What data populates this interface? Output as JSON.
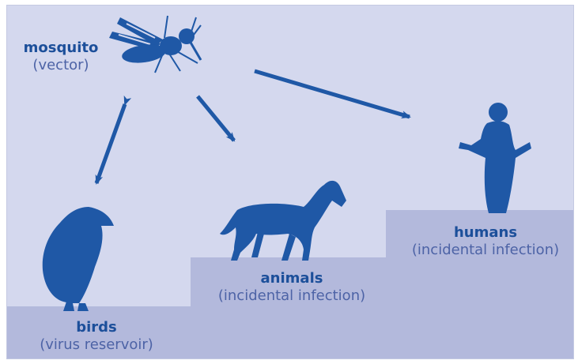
{
  "diagram": {
    "title": "",
    "colors": {
      "background": "#d4d8ee",
      "steps": "#b3b9dc",
      "figures": "#1f58a6",
      "name_text": "#1c4f9a",
      "role_text": "#4d63a6"
    },
    "nodes": {
      "mosquito": {
        "name": "mosquito",
        "role": "(vector)",
        "icon": "mosquito-icon"
      },
      "birds": {
        "name": "birds",
        "role": "(virus reservoir)",
        "icon": "bird-icon"
      },
      "animals": {
        "name": "animals",
        "role": "(incidental infection)",
        "icon": "horse-icon"
      },
      "humans": {
        "name": "humans",
        "role": "(incidental infection)",
        "icon": "human-icon"
      }
    },
    "edges": [
      {
        "from": "mosquito",
        "to": "birds",
        "direction": "both"
      },
      {
        "from": "mosquito",
        "to": "animals",
        "direction": "forward"
      },
      {
        "from": "mosquito",
        "to": "humans",
        "direction": "forward"
      }
    ]
  }
}
